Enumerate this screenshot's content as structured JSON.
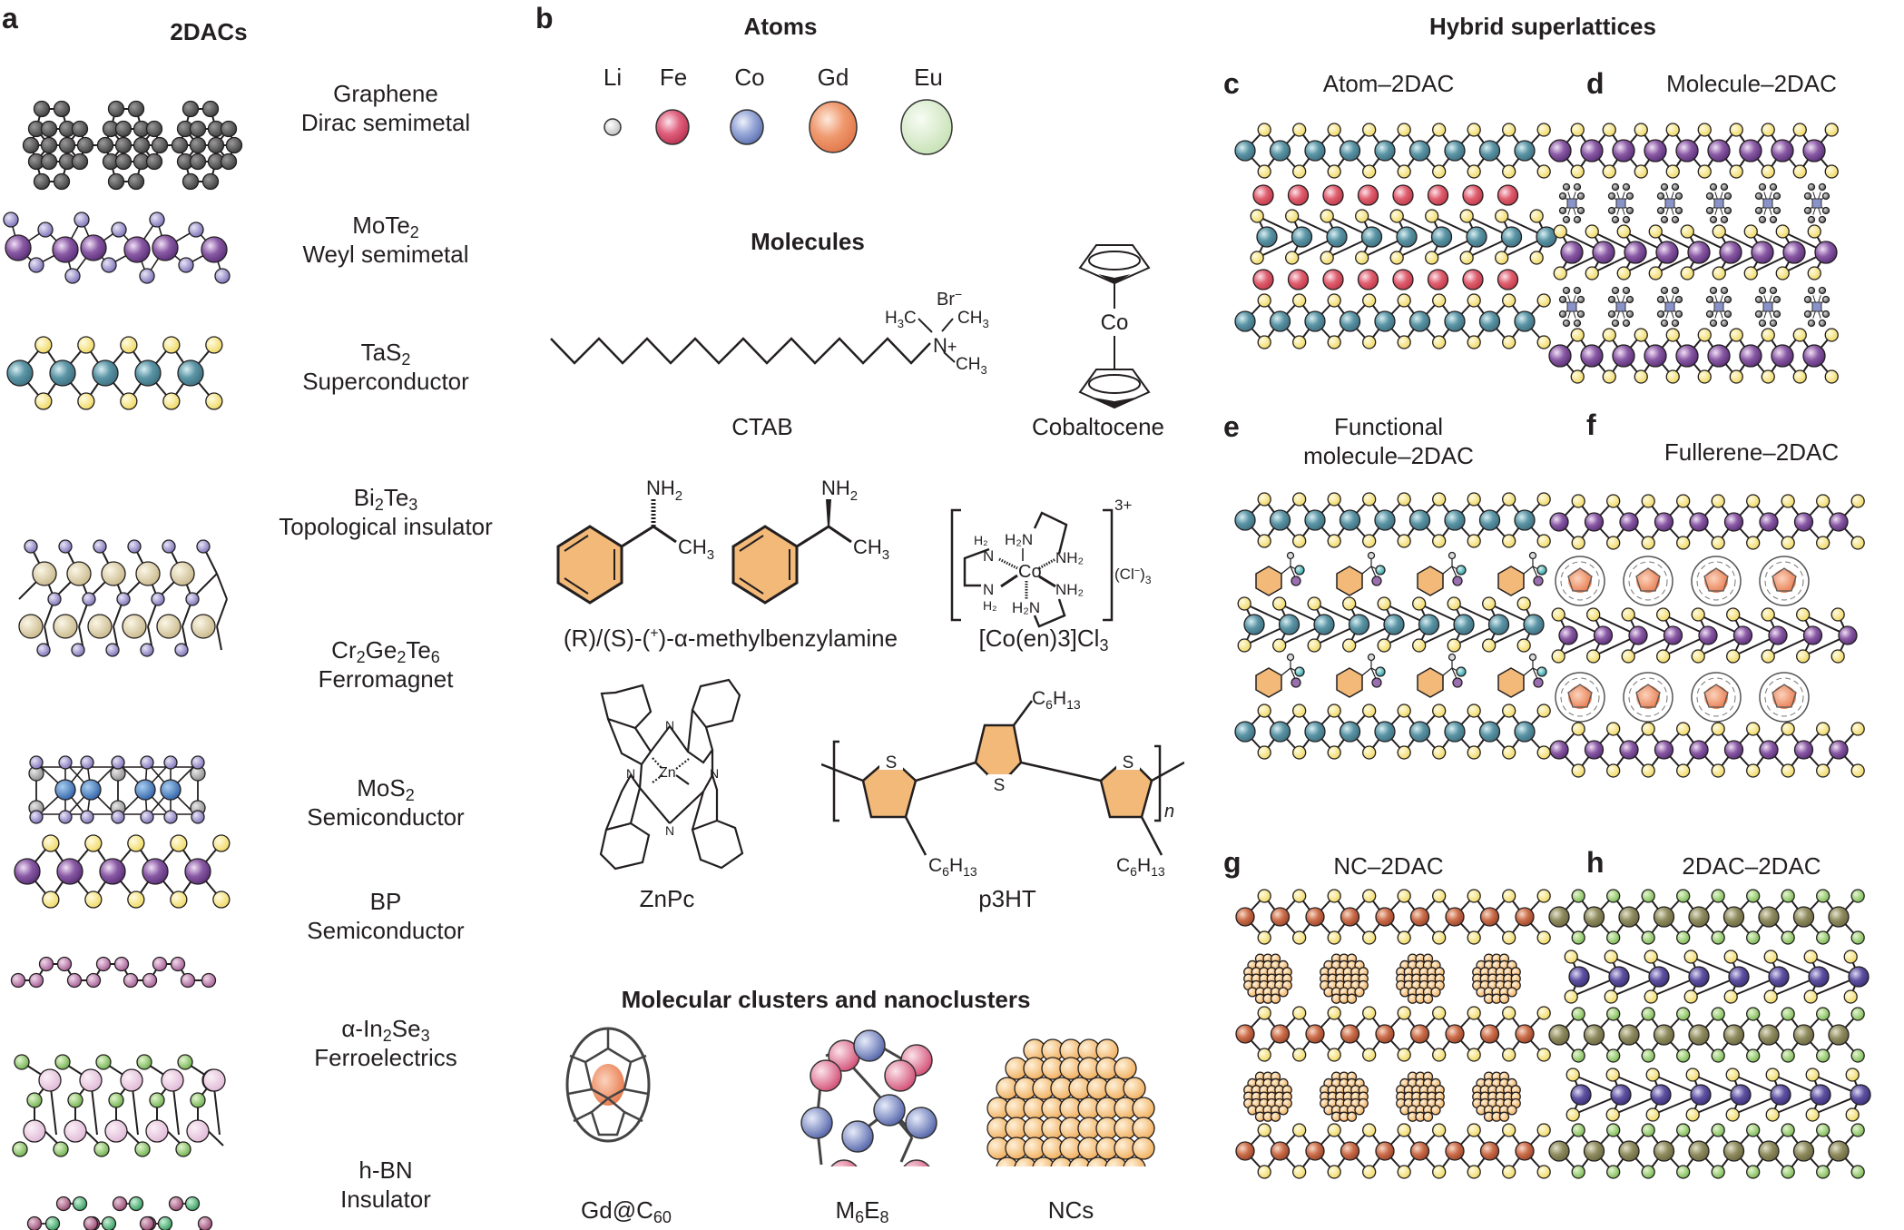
{
  "panels": {
    "a": {
      "letter": "a",
      "title": "2DACs"
    },
    "b": {
      "letter": "b"
    },
    "c": {
      "letter": "c",
      "title": "Atom–2DAC"
    },
    "d": {
      "letter": "d",
      "title": "Molecule–2DAC"
    },
    "e": {
      "letter": "e",
      "title_line1": "Functional",
      "title_line2": "molecule–2DAC"
    },
    "f": {
      "letter": "f",
      "title": "Fullerene–2DAC"
    },
    "g": {
      "letter": "g",
      "title": "NC–2DAC"
    },
    "h": {
      "letter": "h",
      "title": "2DAC–2DAC"
    }
  },
  "hybrid_title": "Hybrid superlattices",
  "materials": [
    {
      "name": "Graphene",
      "property": "Dirac semimetal"
    },
    {
      "name_base": "MoTe",
      "name_sub": "2",
      "property": "Weyl semimetal"
    },
    {
      "name_base": "TaS",
      "name_sub": "2",
      "property": "Superconductor"
    },
    {
      "p1": "Bi",
      "s1": "2",
      "p2": "Te",
      "s2": "3",
      "property": "Topological insulator"
    },
    {
      "p1": "Cr",
      "s1": "2",
      "p2": "Ge",
      "s2": "2",
      "p3": "Te",
      "s3": "6",
      "property": "Ferromagnet"
    },
    {
      "name_base": "MoS",
      "name_sub": "2",
      "property": "Semiconductor"
    },
    {
      "name": "BP",
      "property": "Semiconductor"
    },
    {
      "p1": "α-In",
      "s1": "2",
      "p2": "Se",
      "s2": "3",
      "property": "Ferroelectrics"
    },
    {
      "name": "h-BN",
      "property": "Insulator"
    }
  ],
  "atoms_section": {
    "title": "Atoms",
    "atoms": [
      {
        "symbol": "Li",
        "color": "#d9d9d9"
      },
      {
        "symbol": "Fe",
        "color": "#d94a6a"
      },
      {
        "symbol": "Co",
        "color": "#8093c9"
      },
      {
        "symbol": "Gd",
        "color": "#ec8a5e"
      },
      {
        "symbol": "Eu",
        "color": "#cfe6c0"
      }
    ]
  },
  "molecules_section": {
    "title": "Molecules",
    "ctab": {
      "label": "CTAB",
      "br": "Br",
      "h3c": "H",
      "ch3": "CH",
      "n": "N"
    },
    "cobaltocene": {
      "label": "Cobaltocene",
      "metal": "Co"
    },
    "mba": {
      "label_pre": "(R)/(S)-(",
      "label_sup": "+",
      "label_post": ")-α-methylbenzylamine",
      "nh2": "NH",
      "ch3": "CH"
    },
    "coen": {
      "label_pre": "[Co(en)3]Cl",
      "label_sub": "3",
      "charge": "3+",
      "counter": "(Cl",
      "metal": "Co"
    },
    "znpc": {
      "label": "ZnPc",
      "metal": "Zn",
      "n": "N"
    },
    "p3ht": {
      "label": "p3HT",
      "s": "S",
      "n": "n",
      "c6": "C",
      "sub6": "6",
      "h": "H",
      "sub13": "13"
    }
  },
  "clusters_section": {
    "title": "Molecular clusters and nanoclusters",
    "items": [
      {
        "pre": "Gd@C",
        "sub": "60"
      },
      {
        "p1": "M",
        "s1": "6",
        "p2": "E",
        "s2": "8"
      },
      {
        "pre": "NCs"
      }
    ]
  },
  "colors": {
    "chalcogen_yellow": "#f5e27a",
    "metal_teal": "#4f8ea0",
    "metal_purple": "#7a4b94",
    "atom_red": "#d9505f",
    "metal_orange_brown": "#c0603c",
    "metal_olive": "#8a8a5c",
    "green_small": "#8cc85a",
    "metal_indigo": "#5a4c9a",
    "benzene_fill": "#f2b978"
  }
}
